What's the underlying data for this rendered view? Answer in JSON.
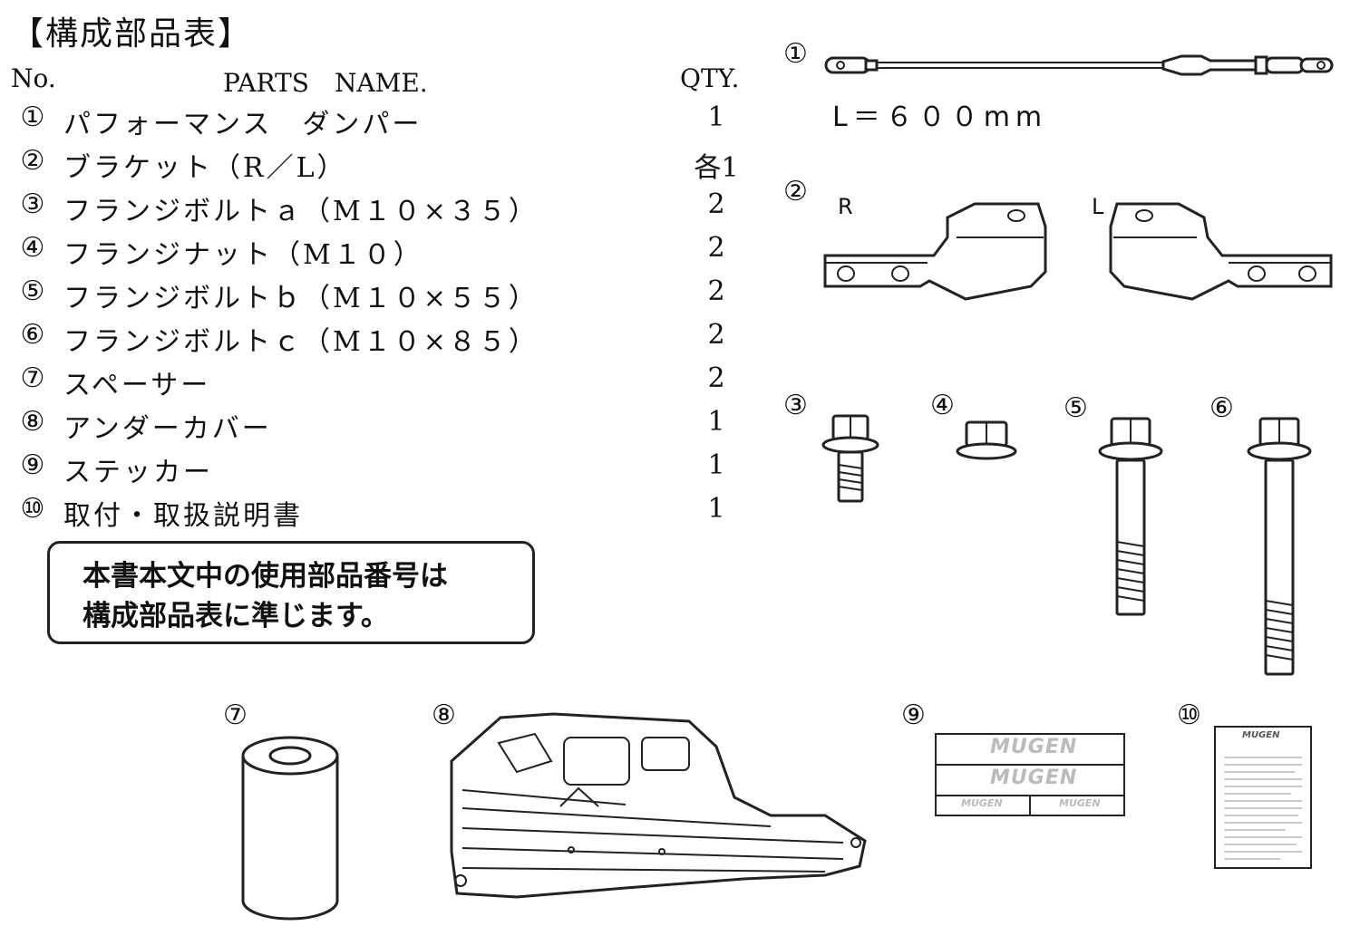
{
  "title": "【構成部品表】",
  "headers": {
    "no": "No.",
    "name": "PARTS　NAME.",
    "qty": "QTY."
  },
  "parts": [
    {
      "num": "①",
      "name": "パフォーマンス　ダンパー",
      "qty": "1"
    },
    {
      "num": "②",
      "name": "ブラケット（R／L）",
      "qty": "各1"
    },
    {
      "num": "③",
      "name": "フランジボルトａ（M１０×３５）",
      "qty": "2"
    },
    {
      "num": "④",
      "name": "フランジナット（M１０）",
      "qty": "2"
    },
    {
      "num": "⑤",
      "name": "フランジボルトｂ（M１０×５５）",
      "qty": "2"
    },
    {
      "num": "⑥",
      "name": "フランジボルトｃ（M１０×８５）",
      "qty": "2"
    },
    {
      "num": "⑦",
      "name": "スペーサー",
      "qty": "2"
    },
    {
      "num": "⑧",
      "name": "アンダーカバー",
      "qty": "1"
    },
    {
      "num": "⑨",
      "name": "ステッカー",
      "qty": "1"
    },
    {
      "num": "⑩",
      "name": "取付・取扱説明書",
      "qty": "1"
    }
  ],
  "note": {
    "line1": "本書本文中の使用部品番号は",
    "line2": "構成部品表に準じます。"
  },
  "illustrations": {
    "damper_label": "①",
    "damper_length": "L＝６００mm",
    "bracket_label": "②",
    "bracket_right": "R",
    "bracket_left": "L",
    "bolt_a_label": "③",
    "nut_label": "④",
    "bolt_b_label": "⑤",
    "bolt_c_label": "⑥",
    "spacer_label": "⑦",
    "cover_label": "⑧",
    "sticker_label": "⑨",
    "manual_label": "⑩",
    "sticker_text": "MUGEN",
    "manual_brand": "MUGEN"
  }
}
